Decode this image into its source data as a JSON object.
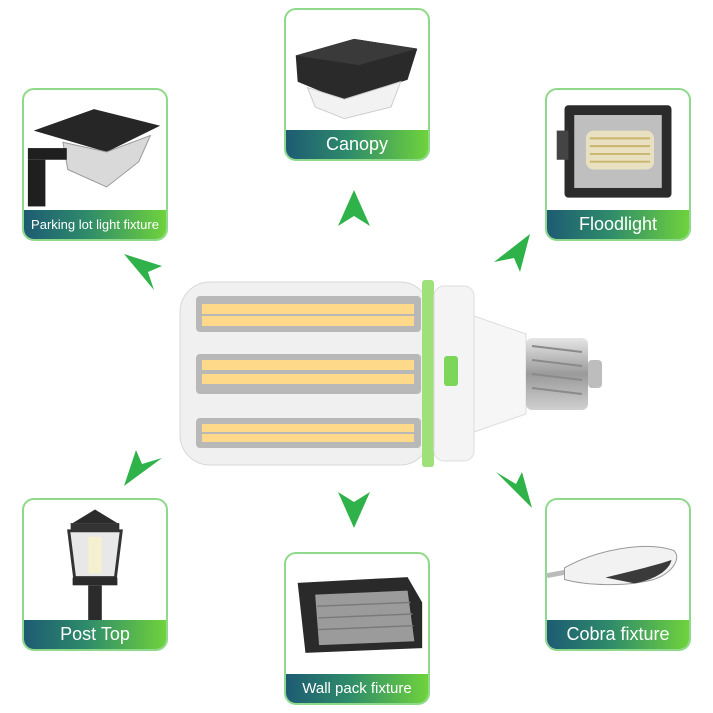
{
  "fixtures": {
    "canopy": "Canopy",
    "floodlight": "Floodlight",
    "parking_lot": "Parking lot light fixture",
    "post_top": "Post Top",
    "wall_pack": "Wall pack fixture",
    "cobra": "Cobra fixture"
  },
  "colors": {
    "accent_green": "#3fbf3f",
    "label_dark": "#1d5b73",
    "label_light": "#6fd23c",
    "border": "#8fd98a"
  }
}
